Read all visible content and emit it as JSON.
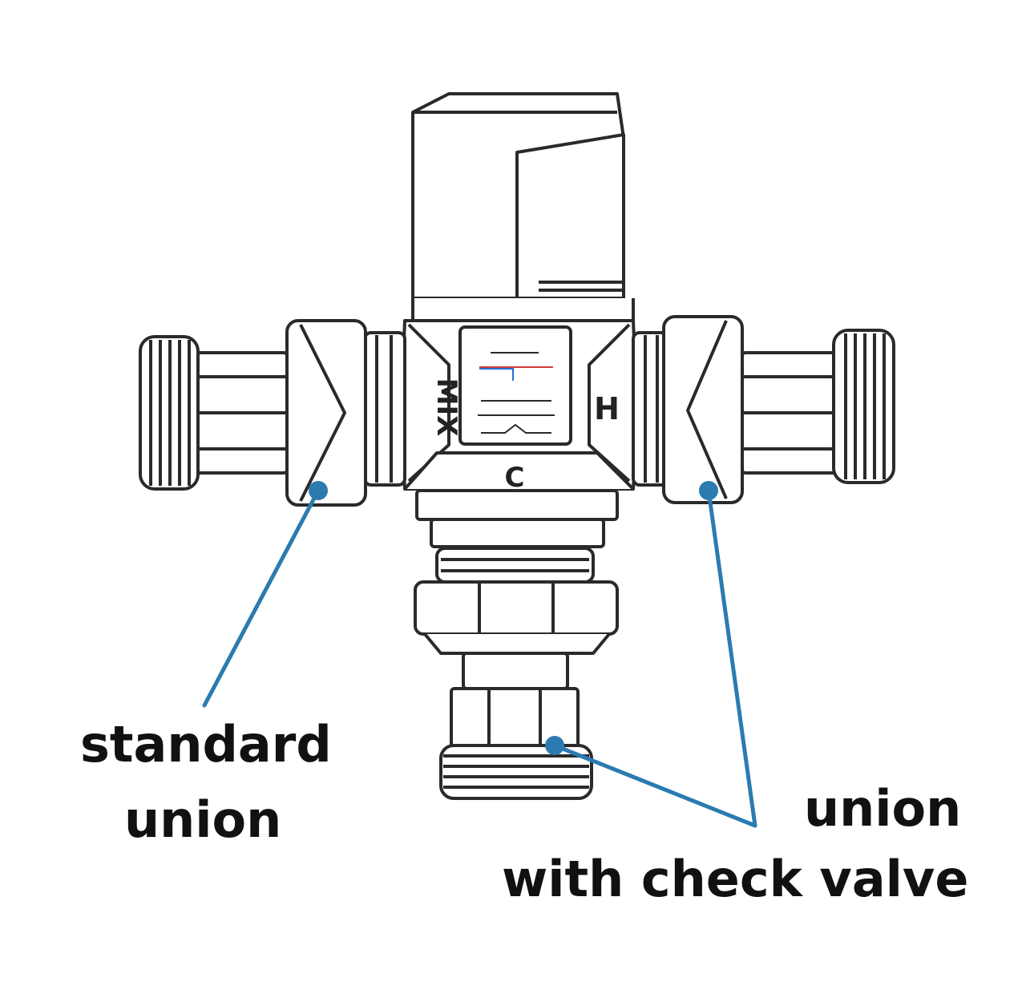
{
  "labels": {
    "standard_union_line1": "standard",
    "standard_union_line2": "union",
    "check_union_line1": "union",
    "check_union_line2": "with check valve"
  },
  "port_markings": {
    "mix": "MIX",
    "hot": "H",
    "cold": "C"
  },
  "colors": {
    "callout": "#2b7bb0",
    "outline": "#2a2a2a",
    "label_text": "#111111"
  }
}
